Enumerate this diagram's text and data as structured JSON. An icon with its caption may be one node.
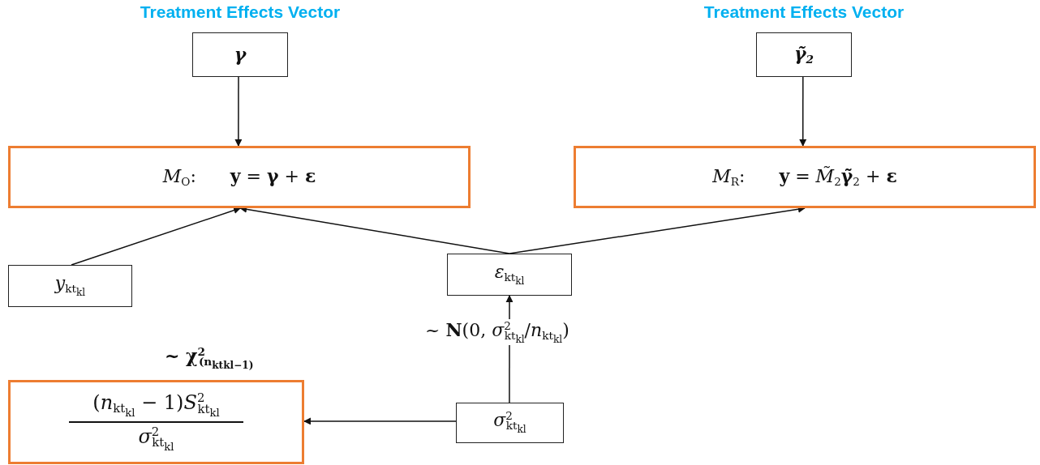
{
  "diagram": {
    "nodes": [
      {
        "text": [
          "Treatment Effects Vector",
          "γ"
        ]
      },
      {
        "text": [
          "Treatment Effects Vector",
          "γ̃$_{2}$"
        ]
      },
      {
        "text": [
          "*M*$_{O}$:      **y** = **γ** + **ε**"
        ]
      },
      {
        "text": [
          "*M*$_{R}$:      **y** = *M̃*$_{2}$**γ̃**$_{2}$ + **ε**"
        ]
      },
      {
        "text": [
          "*y*$_{kt}$$_{kl}$"
        ]
      },
      {
        "text": [
          "*ε*$_{kt}$$_{kl}$"
        ]
      },
      {
        "text": [
          "(*n*$_{kt}$$_{kl}$ − 1)*S*$^{2}$$_{kt}$$_{kl}$",
          "*σ*$^{2}$$_{kt}$$_{kl}$"
        ],
        "beside": [
          "~ χ$^{2}$$_{(n}$$_{kt}$$_{kl}$$_{−1)}$"
        ]
      },
      {
        "text": [
          "*σ*$^{2}$$_{kt}$$_{kl}$"
        ]
      }
    ],
    "edges": [
      {
        "from": 0,
        "to": 2,
        "arrow": "to"
      },
      {
        "from": 1,
        "to": 3,
        "arrow": "to"
      },
      {
        "from": 4,
        "to": 2,
        "arrow": "to"
      },
      {
        "from": 5,
        "to": 2,
        "arrow": "to"
      },
      {
        "from": 5,
        "to": 3,
        "arrow": "to"
      },
      {
        "from": 7,
        "to": 5,
        "arrow": "to",
        "label": "~ **N**(0, *σ*$^{2}$$_{kt}$$_{kl}$/*n*$_{kt}$$_{kl}$)"
      },
      {
        "from": 7,
        "to": 6,
        "arrow": "to"
      }
    ]
  }
}
